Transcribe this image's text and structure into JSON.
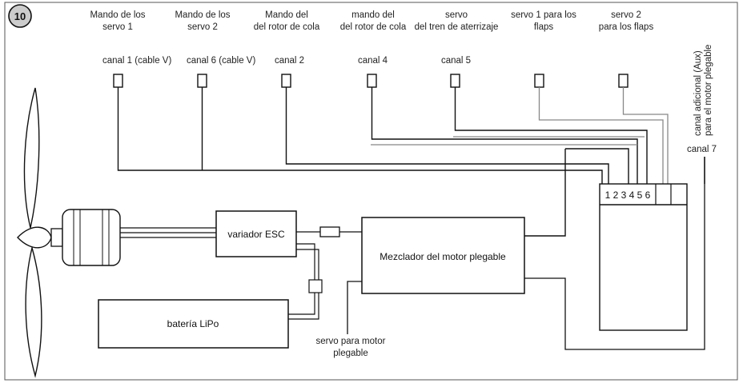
{
  "figure_number": "10",
  "servo_labels": [
    {
      "line1": "Mando de los",
      "line2": "servo 1"
    },
    {
      "line1": "Mando de los",
      "line2": "servo 2"
    },
    {
      "line1": "Mando del",
      "line2": "del rotor de cola"
    },
    {
      "line1": "mando del",
      "line2": "del rotor de cola"
    },
    {
      "line1": "servo",
      "line2": "del tren de aterrizaje"
    },
    {
      "line1": "servo 1 para los",
      "line2": "flaps"
    },
    {
      "line1": "servo 2",
      "line2": "para los flaps"
    }
  ],
  "channel_labels": {
    "ch1": "canal 1 (cable V)",
    "ch6": "canal 6 (cable V)",
    "ch2": "canal 2",
    "ch4": "canal 4",
    "ch5": "canal 5",
    "ch7": "canal 7"
  },
  "aux_label": {
    "line1": "canal adicional (Aux)",
    "line2": "para el motor plegable"
  },
  "receiver_slots": "1 2 3 4 5 6",
  "blocks": {
    "esc": "variador ESC",
    "mixer": "Mezclador del motor plegable",
    "battery": "batería LiPo"
  },
  "folding_servo": {
    "line1": "servo para motor",
    "line2": "plegable"
  },
  "colors": {
    "line": "#111111",
    "gray_line": "#888888",
    "circle_fill": "#cccccc"
  }
}
